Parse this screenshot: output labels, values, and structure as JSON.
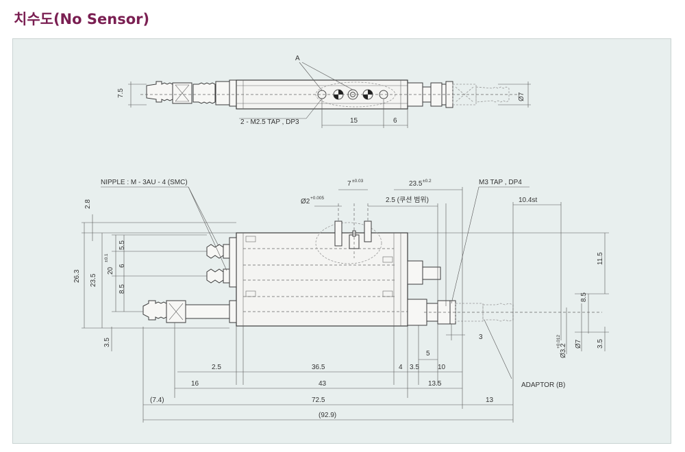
{
  "title": "치수도(No Sensor)",
  "colors": {
    "title": "#7a1f52",
    "panel_bg": "#e8efee"
  },
  "top_view": {
    "label_a": "A",
    "tap_label": "2 - M2.5 TAP , DP3",
    "dim_15": "15",
    "dim_6": "6",
    "dim_7_5": "7.5",
    "dim_phi7": "Ø7"
  },
  "front_view": {
    "nipple_label": "NIPPLE : M - 3AU - 4 (SMC)",
    "m3_tap_label": "M3 TAP , DP4",
    "cushion_label": "2.5 (쿠션 범위)",
    "adaptor_label": "ADAPTOR (B)",
    "dim_7": "7",
    "dim_7_tol": "±0.03",
    "dim_23_5_top": "23.5",
    "dim_23_5_top_tol": "±0.2",
    "dim_phi2": "Ø2",
    "dim_phi2_tol": "+0.005",
    "dim_10_4st": "10.4st",
    "left_2_8": "2.8",
    "left_26_3": "26.3",
    "left_23_5": "23.5",
    "left_20": "20",
    "left_20_tol": "±0.1",
    "left_5_5": "5.5",
    "left_6": "6",
    "left_8_5": "8.5",
    "left_3_5": "3.5",
    "right_11_5": "11.5",
    "right_8_5": "8.5",
    "right_3_5": "3.5",
    "right_phi7": "Ø7",
    "right_phi3_2": "Ø3.2",
    "right_phi3_2_tol": "+0.012",
    "b_2_5": "2.5",
    "b_36_5": "36.5",
    "b_4": "4",
    "b_3_5": "3.5",
    "b_10": "10",
    "b_3": "3",
    "b_5": "5",
    "b_16": "16",
    "b_43": "43",
    "b_13_5": "13.5",
    "b_7_4": "(7.4)",
    "b_72_5": "72.5",
    "b_13": "13",
    "b_92_9": "(92.9)"
  }
}
